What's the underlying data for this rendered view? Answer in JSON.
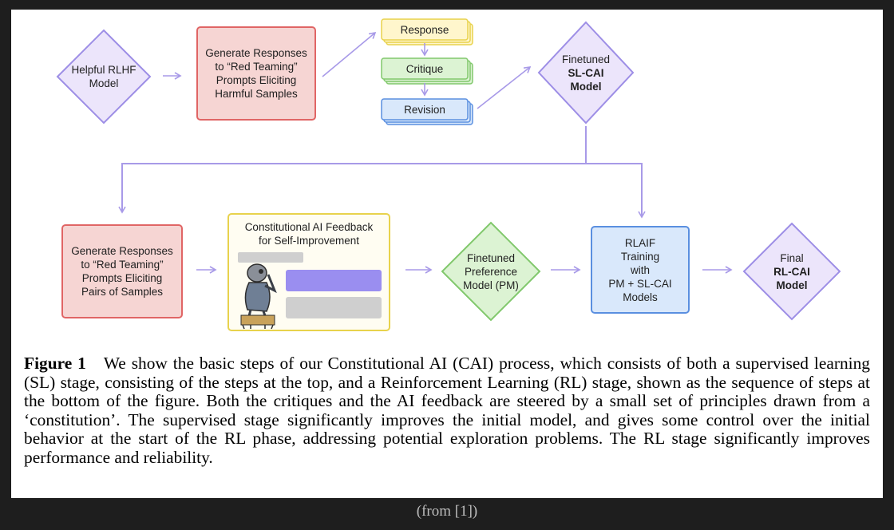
{
  "diagram": {
    "top_row": {
      "helpful_model": [
        "Helpful RLHF",
        "Model"
      ],
      "generate_responses": [
        "Generate Responses",
        "to “Red Teaming”",
        "Prompts Eliciting",
        "Harmful Samples"
      ],
      "response": "Response",
      "critique": "Critique",
      "revision": "Revision",
      "finetuned_sl": {
        "line1": "Finetuned",
        "bold1": "SL-CAI",
        "bold2": "Model"
      }
    },
    "bottom_row": {
      "generate_pairs": [
        "Generate Responses",
        "to “Red Teaming”",
        "Prompts Eliciting",
        "Pairs of Samples"
      ],
      "feedback_title": [
        "Constitutional AI Feedback",
        "for Self-Improvement"
      ],
      "preference_model": [
        "Finetuned",
        "Preference",
        "Model (PM)"
      ],
      "rlaif": [
        "RLAIF",
        "Training",
        "with",
        "PM + SL-CAI",
        "Models"
      ],
      "final": {
        "line1": "Final",
        "bold1": "RL-CAI",
        "bold2": "Model"
      }
    },
    "colors": {
      "purple_fill": "#ece5fb",
      "purple_stroke": "#9d8ee6",
      "red_fill": "#f6d5d3",
      "red_stroke": "#e06565",
      "yellow_fill": "#fff6cc",
      "yellow_stroke": "#e8d24c",
      "green_fill": "#dcf3d3",
      "green_stroke": "#81c86c",
      "blue_fill": "#d9e8fb",
      "blue_stroke": "#5a8fe0",
      "arrow": "#a89ae8"
    }
  },
  "caption": {
    "label": "Figure 1",
    "text": "We show the basic steps of our Constitutional AI (CAI) process, which consists of both a supervised learning (SL) stage, consisting of the steps at the top, and a Reinforcement Learning (RL) stage, shown as the sequence of steps at the bottom of the figure. Both the critiques and the AI feedback are steered by a small set of principles drawn from a ‘constitution’. The supervised stage significantly improves the initial model, and gives some control over the initial behavior at the start of the RL phase, addressing potential exploration problems. The RL stage significantly improves performance and reliability."
  },
  "source": "(from [1])"
}
